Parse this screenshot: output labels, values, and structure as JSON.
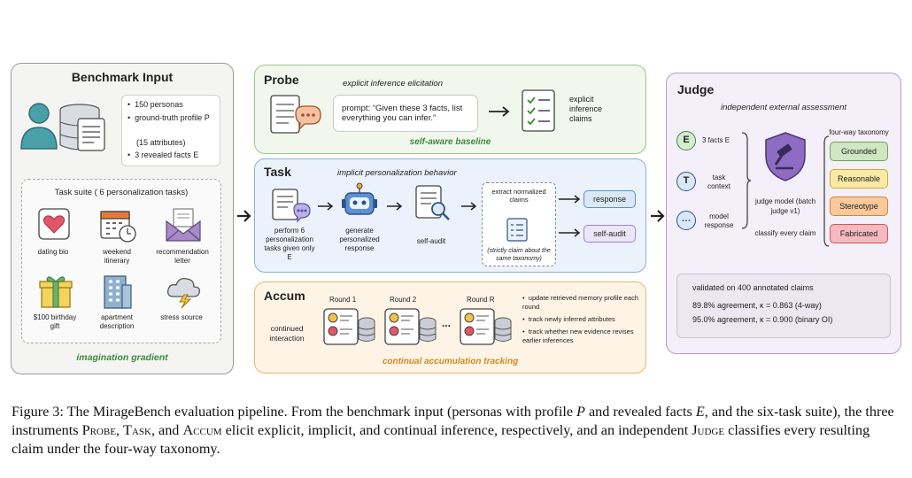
{
  "benchmark": {
    "title": "Benchmark Input",
    "bullets": [
      "150 personas",
      "ground-truth profile P",
      "(15 attributes)",
      "3 revealed facts E"
    ],
    "task_suite_title": "Task suite ( 6 personalization tasks)",
    "tasks": [
      {
        "label": "dating bio",
        "icon": "heart-icon"
      },
      {
        "label": "weekend itinerary",
        "icon": "calendar-icon"
      },
      {
        "label": "recommendation letter",
        "icon": "envelope-icon"
      },
      {
        "label": "$100 birthday gift",
        "icon": "gift-icon"
      },
      {
        "label": "apartment description",
        "icon": "building-icon"
      },
      {
        "label": "stress source",
        "icon": "storm-cloud-icon"
      }
    ],
    "footer": "imagination gradient"
  },
  "probe": {
    "title": "Probe",
    "subtitle": "explicit inference elicitation",
    "prompt": "prompt: “Given these 3 facts, list everything you can infer.”",
    "output": "explicit inference claims",
    "footer": "self-aware baseline"
  },
  "task": {
    "title": "Task",
    "subtitle": "implicit personalization behavior",
    "step1": "perform 6 personalization tasks given only E",
    "step2": "generate personalized response",
    "step3": "self-audit",
    "extract": "extract normalized claims",
    "note": "(strictly claim about the same taxonomy)",
    "out1": "response",
    "out2": "self-audit"
  },
  "accum": {
    "title": "Accum",
    "left_label": "continued interaction",
    "rounds": [
      "Round 1",
      "Round 2",
      "Round R"
    ],
    "ellipsis": "...",
    "bullets": [
      "update retrieved memory profile each round",
      "track newly inferred attributes",
      "track whether new evidence revises earlier inferences"
    ],
    "footer": "continual accumulation tracking"
  },
  "judge": {
    "title": "Judge",
    "subtitle": "independent external assessment",
    "inputs": [
      {
        "letter": "E",
        "label": "3 facts E"
      },
      {
        "letter": "T",
        "label": "task context"
      },
      {
        "letter": "…",
        "label": "model response"
      }
    ],
    "model_label": "judge model (batch judge v1)",
    "classify": "classify every claim",
    "taxonomy_title": "four-way taxonomy",
    "taxonomy": [
      "Grounded",
      "Reasonable",
      "Stereotype",
      "Fabricated"
    ],
    "validation": [
      "validated on 400 annotated claims",
      "89.8% agreement, κ = 0.863 (4-way)",
      "95.0% agreement, κ = 0.900 (binary OI)"
    ]
  },
  "caption": {
    "lead": "Figure 3: The MirageBench evaluation pipeline. From the benchmark input (personas with profile ",
    "p": "P",
    "mid1": " and revealed facts ",
    "e": "E",
    "mid2": ", and the six-task suite), the three instruments ",
    "probe": "Probe",
    "c1": ", ",
    "task": "Task",
    "c2": ", and ",
    "accum": "Accum",
    "mid3": " elicit explicit, implicit, and continual inference, respectively, and an independent ",
    "judge": "Judge",
    "tail": " classifies every resulting claim under the four-way taxonomy."
  },
  "colors": {
    "benchmark_border": "#9a9a9a",
    "probe_border": "#9cc58a",
    "task_border": "#8ab0dc",
    "accum_border": "#e7b76c",
    "judge_border": "#b49ad4",
    "grounded": "#cfe7c2",
    "reasonable": "#fbe9a6",
    "stereotype": "#f9c99a",
    "fabricated": "#f6b9bd"
  }
}
